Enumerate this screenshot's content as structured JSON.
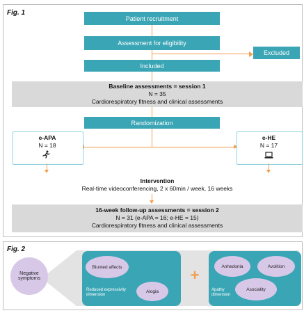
{
  "fig1": {
    "label": "Fig. 1",
    "patient_recruitment": "Patient recruitment",
    "assessment_eligibility": "Assessment for eligibility",
    "excluded": "Excluded",
    "included": "Included",
    "baseline": {
      "title": "Baseline assessments = session 1",
      "n": "N = 35",
      "desc": "Cardiorespiratory fitness and clinical assessments"
    },
    "randomization": "Randomization",
    "arm_left": {
      "name": "e-APA",
      "n": "N = 18",
      "icon": "runner-icon"
    },
    "arm_right": {
      "name": "e-HE",
      "n": "N = 17",
      "icon": "laptop-icon"
    },
    "intervention": {
      "title": "Intervention",
      "desc": "Real-time videoconferencing, 2 x 60min / week, 16 weeks"
    },
    "followup": {
      "title": "16-week follow-up assessments = session 2",
      "n": "N = 31 (e-APA = 16; e-HE = 15)",
      "desc": "Cardiorespiratory fitness and clinical assessments"
    }
  },
  "fig2": {
    "label": "Fig. 2",
    "negative_symptoms": "Negative symptoms",
    "plus": "+",
    "reduced": {
      "dimension_label": "Reduced expressivity dimension",
      "items": [
        "Blunted affects",
        "Alogia"
      ]
    },
    "apathy": {
      "dimension_label": "Apathy dimension",
      "items": [
        "Anhedonia",
        "Avolition",
        "Asociality"
      ]
    }
  },
  "colors": {
    "teal": "#3aa5b5",
    "orange": "#f0a050",
    "grey_band": "#d9d9d9",
    "lavender": "#d8c8e8",
    "arm_border": "#8fd3de"
  }
}
